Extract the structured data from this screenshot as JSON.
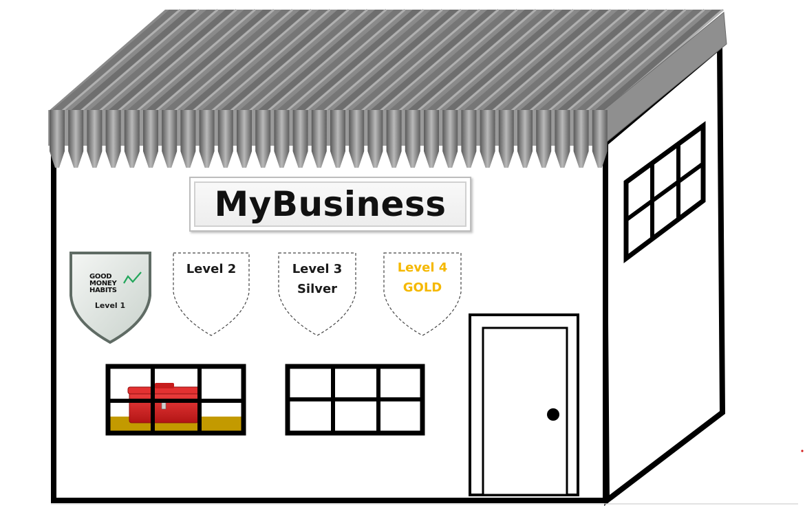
{
  "sign": {
    "title": "MyBusiness"
  },
  "badges": {
    "level1": {
      "brand_line1": "GOOD",
      "brand_line2": "MONEY",
      "brand_line3": "HABITS",
      "label": "Level 1"
    },
    "level2": {
      "line1": "Level 2"
    },
    "level3": {
      "line1": "Level 3",
      "line2": "Silver"
    },
    "level4": {
      "line1": "Level 4",
      "line2": "GOLD"
    }
  },
  "colors": {
    "gold_text": "#f5b800",
    "badge_text": "#1a1a1a",
    "roof": "#7a7a7a",
    "toolbox": "#d41f1f",
    "shelf": "#c39a00",
    "brand_green": "#21a65a"
  },
  "icons": {
    "roof": "corrugated-roof-icon",
    "toolbox": "toolbox-icon",
    "shield": "shield-badge-icon",
    "door": "door-icon"
  }
}
